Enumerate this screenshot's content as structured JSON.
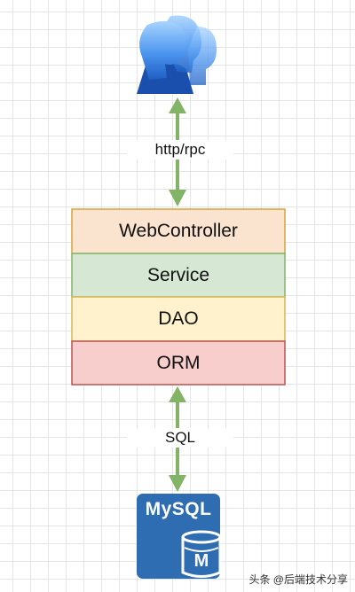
{
  "edges": {
    "top_label": "http/rpc",
    "bottom_label": "SQL"
  },
  "layers": [
    {
      "label": "WebController",
      "fill": "#fae3cf",
      "stroke": "#d6a23a"
    },
    {
      "label": "Service",
      "fill": "#d6e8d4",
      "stroke": "#82b366"
    },
    {
      "label": "DAO",
      "fill": "#fff2cc",
      "stroke": "#d6b656"
    },
    {
      "label": "ORM",
      "fill": "#f8cecc",
      "stroke": "#b85450"
    }
  ],
  "database": {
    "logo_text": "MySQL",
    "badge_letter": "M"
  },
  "colors": {
    "arrow": "#82b366",
    "users_icon": "#2f7de1",
    "mysql": "#2f6db3"
  },
  "watermark": "头条 @后端技术分享"
}
